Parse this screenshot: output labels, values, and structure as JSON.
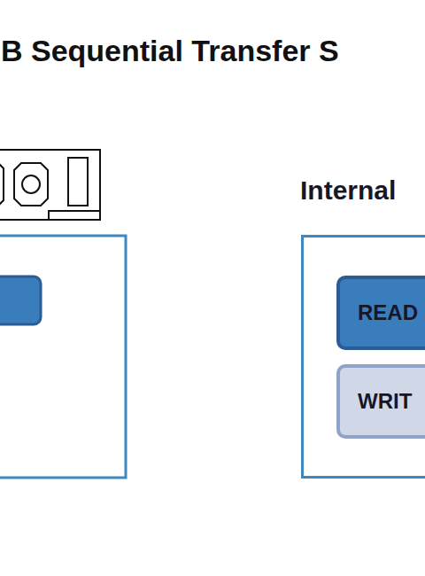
{
  "diagram": {
    "title": "B Sequential Transfer S",
    "nodes": [
      {
        "text": [
          "Internal"
        ]
      },
      {
        "text": [
          "READ"
        ],
        "in": 0
      },
      {
        "text": [
          "WRIT"
        ],
        "in": 0
      }
    ]
  }
}
